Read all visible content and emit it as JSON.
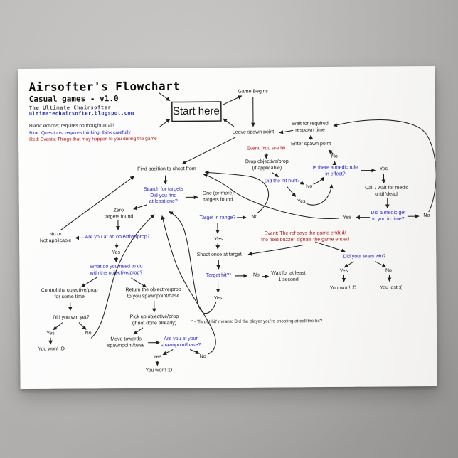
{
  "poster": {
    "title": "Airsofter's Flowchart",
    "subtitle": "Casual games - v1.0",
    "byline": "The Ultimate Chairsofter",
    "url": "ultimatechairsofter.blogspot.com",
    "legend": {
      "black": "Black: Actions; requires no thought at all!",
      "blue": "Blue: Questions; requires thinking, think carefully",
      "red": "Red: Events; Things that may happen to you during the game"
    },
    "footnote": "* - 'Target hit' means: Did the player you're shooting at call the hit?",
    "colors": {
      "action": "#1b1b1b",
      "question": "#2323cc",
      "event": "#b21414"
    },
    "nodes": {
      "start_here": "Start here",
      "game_begins": "Game Begins",
      "leave_spawn": "Leave spawn point",
      "wait_respawn": "Wait for required\nrespawn time",
      "enter_spawn": "Enter spawn point",
      "event_hit": "Event: You are hit",
      "drop_objective": "Drop objective/prop\n(if applicable)",
      "hit_hurt": "Did the hit hurt?",
      "hit_hurt_no": "No",
      "hit_hurt_yes": "Yes",
      "medic_rule": "Is there a medic rule\nin effect?",
      "medic_rule_no": "No",
      "medic_rule_yes": "Yes",
      "call_medic": "Call / wait for medic\nuntil 'dead'",
      "medic_in_time": "Did a medic get\nto you in time?",
      "medic_in_time_yes": "Yes",
      "medic_in_time_no": "No",
      "find_position": "Find position to shoot from",
      "search_targets": "Search for targets\nDid you find\nat least one?",
      "zero_targets": "Zero\ntargets found",
      "one_targets": "One (or more)\ntargets found",
      "target_range": "Target in range?",
      "target_range_no": "No",
      "target_range_yes": "Yes",
      "shoot_once": "Shoot once at target",
      "target_hit": "Target hit?*",
      "target_hit_no": "No",
      "target_hit_yes": "Yes",
      "wait_second": "Wait for at least\n1 second",
      "event_ended": "Event: The ref says the game ended/\nthe field buzzer signals the game ended",
      "team_win": "Did your team win?",
      "team_win_yes": "Yes",
      "team_win_no": "No",
      "you_won_right": "You won! :D",
      "you_lost": "You lost :(",
      "objective_q": "Are you at an objective/prop?",
      "objective_no": "No or\nNot applicable",
      "objective_yes": "Yes",
      "what_do": "What do you need to do\nwith the objective/prop?",
      "control_objective": "Control the objective/prop\nfor some time",
      "win_yet": "Did you win yet?",
      "win_yet_yes": "Yes",
      "win_yet_no": "No",
      "you_won_left": "You won! :D",
      "return_objective": "Return the objective/prop\nto you spawnpoint/base",
      "pickup_objective": "Pick up objective/prop\n(if not done already)",
      "move_towards": "Move towards\nspawnpoint/base",
      "at_spawn_q": "Are you at your\nspawnpoint/base?",
      "at_spawn_yes": "Yes",
      "at_spawn_no": "No",
      "you_won_bottom": "You won! :D"
    }
  }
}
